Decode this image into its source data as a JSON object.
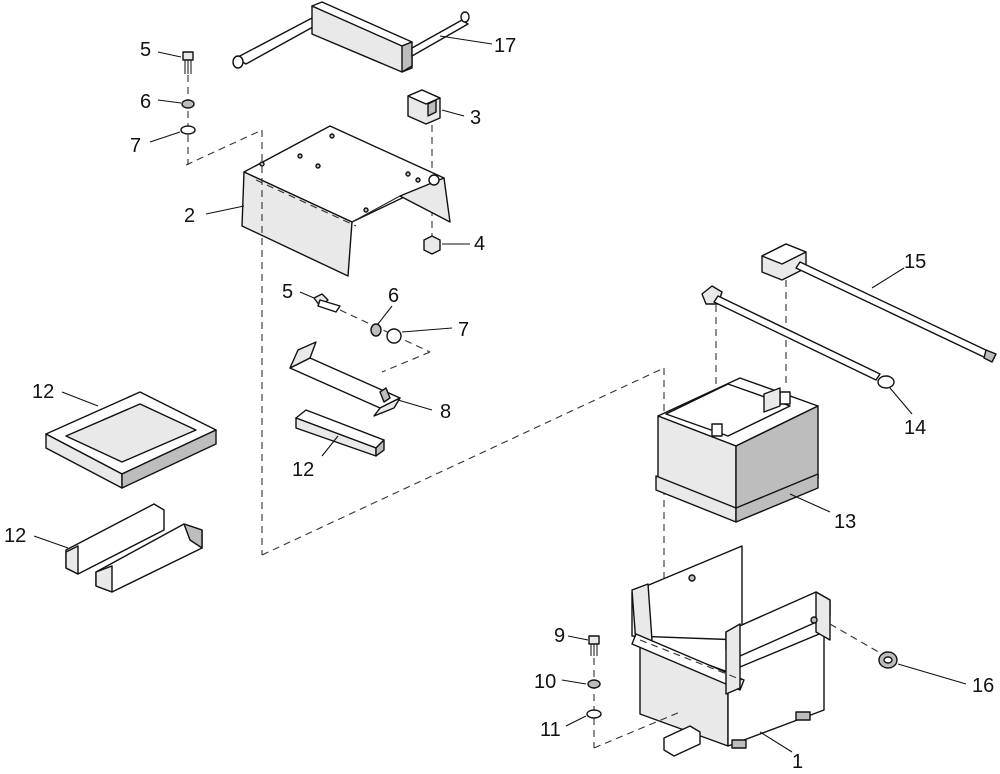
{
  "diagram": {
    "callouts": [
      {
        "id": "c17",
        "text": "17"
      },
      {
        "id": "c5a",
        "text": "5"
      },
      {
        "id": "c6a",
        "text": "6"
      },
      {
        "id": "c7a",
        "text": "7"
      },
      {
        "id": "c3",
        "text": "3"
      },
      {
        "id": "c2",
        "text": "2"
      },
      {
        "id": "c4",
        "text": "4"
      },
      {
        "id": "c5b",
        "text": "5"
      },
      {
        "id": "c6b",
        "text": "6"
      },
      {
        "id": "c7b",
        "text": "7"
      },
      {
        "id": "c8",
        "text": "8"
      },
      {
        "id": "c12a",
        "text": "12"
      },
      {
        "id": "c12b",
        "text": "12"
      },
      {
        "id": "c12c",
        "text": "12"
      },
      {
        "id": "c15",
        "text": "15"
      },
      {
        "id": "c14",
        "text": "14"
      },
      {
        "id": "c13",
        "text": "13"
      },
      {
        "id": "c9",
        "text": "9"
      },
      {
        "id": "c10",
        "text": "10"
      },
      {
        "id": "c11",
        "text": "11"
      },
      {
        "id": "c16",
        "text": "16"
      },
      {
        "id": "c1",
        "text": "1"
      }
    ]
  }
}
